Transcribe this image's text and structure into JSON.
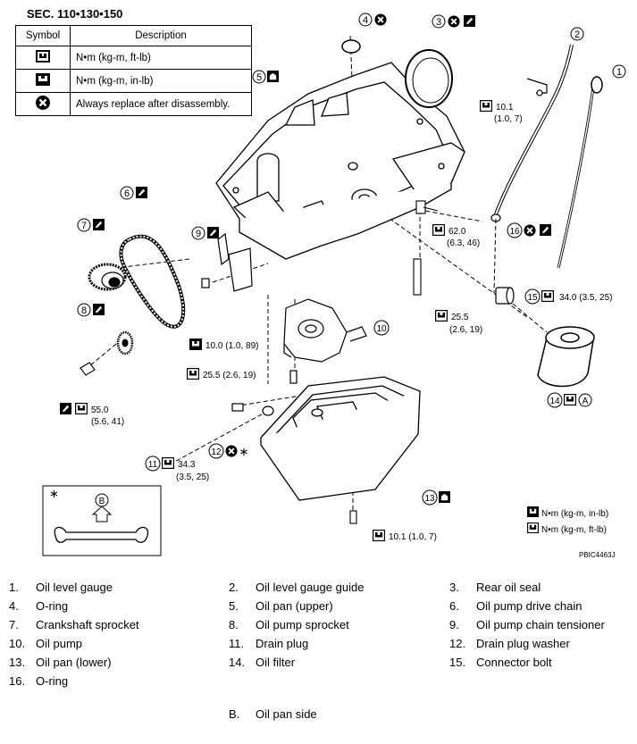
{
  "section_title": "SEC. 110•130•150",
  "legend": {
    "header_symbol": "Symbol",
    "header_description": "Description",
    "rows": [
      {
        "icon": "torque-wrench-icon",
        "description": "N•m (kg-m, ft-lb)"
      },
      {
        "icon": "torque-wrench-in-lb-icon",
        "description": "N•m (kg-m, in-lb)"
      },
      {
        "icon": "replace-x-icon",
        "description": "Always replace after disassembly."
      }
    ]
  },
  "callouts": {
    "c1": "1",
    "c2": "2",
    "c3": "3",
    "c4": "4",
    "c5": "5",
    "c6": "6",
    "c7": "7",
    "c8": "8",
    "c9": "9",
    "c10": "10",
    "c11": "11",
    "c12": "12",
    "c13": "13",
    "c14": "14",
    "c15": "15",
    "c16": "16",
    "a": "A",
    "b": "B",
    "star": "∗",
    "star2": "∗"
  },
  "torques": {
    "t1a": "10.1",
    "t1b": "(1.0, 7)",
    "t2a": "62.0",
    "t2b": "(6.3, 46)",
    "t3": "34.0 (3.5, 25)",
    "t4a": "25.5",
    "t4b": "(2.6, 19)",
    "t5": "10.0 (1.0, 89)",
    "t6": "25.5 (2.6, 19)",
    "t7a": "55.0",
    "t7b": "(5.6, 41)",
    "t8a": "34.3",
    "t8b": "(3.5, 25)",
    "t9": "10.1 (1.0, 7)"
  },
  "key": {
    "k1": "N•m (kg-m, in-lb)",
    "k2": "N•m (kg-m, ft-lb)"
  },
  "picture_id": "PBIC4463J",
  "parts": [
    {
      "num": "1.",
      "label": "Oil level gauge"
    },
    {
      "num": "2.",
      "label": "Oil level gauge guide"
    },
    {
      "num": "3.",
      "label": "Rear oil seal"
    },
    {
      "num": "4.",
      "label": "O-ring"
    },
    {
      "num": "5.",
      "label": "Oil pan (upper)"
    },
    {
      "num": "6.",
      "label": "Oil pump drive chain"
    },
    {
      "num": "7.",
      "label": "Crankshaft sprocket"
    },
    {
      "num": "8.",
      "label": "Oil pump sprocket"
    },
    {
      "num": "9.",
      "label": "Oil pump chain tensioner"
    },
    {
      "num": "10.",
      "label": "Oil pump"
    },
    {
      "num": "11.",
      "label": "Drain plug"
    },
    {
      "num": "12.",
      "label": "Drain plug washer"
    },
    {
      "num": "13.",
      "label": "Oil pan (lower)"
    },
    {
      "num": "14.",
      "label": "Oil filter"
    },
    {
      "num": "15.",
      "label": "Connector bolt"
    },
    {
      "num": "16.",
      "label": "O-ring"
    },
    {
      "num": "B.",
      "label": "Oil pan side"
    }
  ]
}
